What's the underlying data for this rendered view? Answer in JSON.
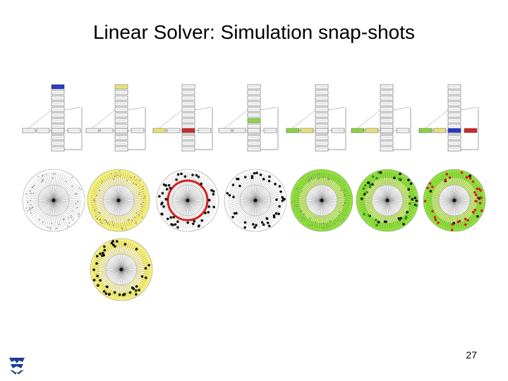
{
  "slide": {
    "title": "Linear Solver: Simulation snap-shots",
    "page_number": "27"
  },
  "logo": {
    "icon": "university-logo-icon",
    "color": "#1a3f8f"
  },
  "colors": {
    "node_default": "#ffffff",
    "blue": "#1a2fd0",
    "yellow": "#f5f07a",
    "red": "#d42020",
    "green": "#8fe03a",
    "light_green": "#c9ec7a",
    "black": "#111111",
    "gray": "#8a8a8a"
  },
  "tree_snapshots": [
    {
      "name": "snapshot-tree-1",
      "highlights": [
        [
          "top",
          "blue"
        ]
      ]
    },
    {
      "name": "snapshot-tree-2",
      "highlights": [
        [
          "top",
          "yellow"
        ]
      ]
    },
    {
      "name": "snapshot-tree-3",
      "highlights": [
        [
          "left",
          "yellow"
        ],
        [
          "center",
          "red"
        ]
      ]
    },
    {
      "name": "snapshot-tree-4",
      "highlights": [
        [
          "mid",
          "green"
        ]
      ]
    },
    {
      "name": "snapshot-tree-5",
      "highlights": [
        [
          "left",
          "green"
        ],
        [
          "left2",
          "yellow"
        ]
      ]
    },
    {
      "name": "snapshot-tree-6",
      "highlights": [
        [
          "left",
          "green"
        ],
        [
          "left2",
          "yellow"
        ]
      ]
    },
    {
      "name": "snapshot-tree-7",
      "highlights": [
        [
          "left",
          "green"
        ],
        [
          "left2",
          "yellow"
        ],
        [
          "center",
          "blue"
        ],
        [
          "right",
          "red"
        ]
      ]
    }
  ],
  "circle_snapshots": [
    {
      "name": "snapshot-circle-1",
      "fill": "white",
      "dots": "gray",
      "ring": "none"
    },
    {
      "name": "snapshot-circle-2",
      "fill": "yellow",
      "dots": "gray",
      "ring": "none"
    },
    {
      "name": "snapshot-circle-3",
      "fill": "white",
      "dots": "black",
      "ring": "red"
    },
    {
      "name": "snapshot-circle-4",
      "fill": "white",
      "dots": "black",
      "ring": "none"
    },
    {
      "name": "snapshot-circle-5",
      "fill": "green",
      "dots": "gray",
      "ring": "none"
    },
    {
      "name": "snapshot-circle-6",
      "fill": "green",
      "dots": "black",
      "ring": "none"
    },
    {
      "name": "snapshot-circle-7",
      "fill": "green",
      "dots": "red",
      "ring": "none"
    },
    {
      "name": "snapshot-circle-8",
      "fill": "yellow",
      "dots": "black",
      "ring": "none"
    }
  ]
}
